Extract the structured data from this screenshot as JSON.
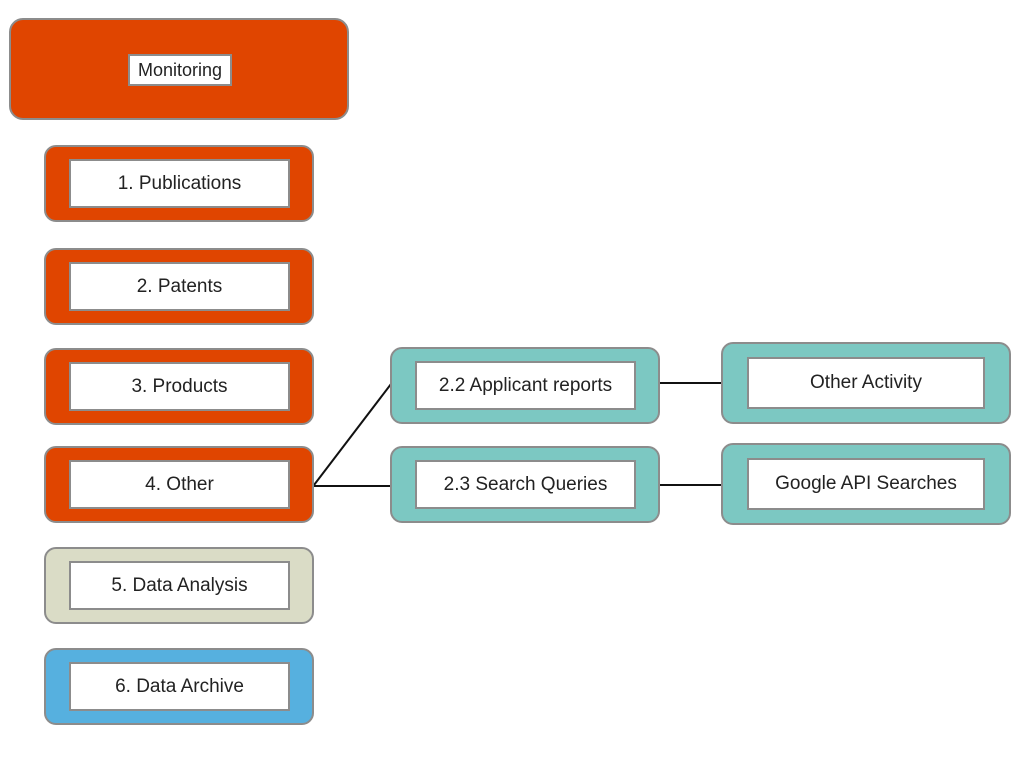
{
  "colors": {
    "orange": "#e04500",
    "beige": "#dadcc6",
    "blue": "#56b0df",
    "teal": "#7cc8c2",
    "border": "#8c8c8c",
    "connector": "#111111"
  },
  "root": {
    "label": "Monitoring"
  },
  "categories": [
    {
      "label": "1. Publications"
    },
    {
      "label": "2. Patents"
    },
    {
      "label": "3. Products"
    },
    {
      "label": "4. Other"
    },
    {
      "label": "5. Data Analysis"
    },
    {
      "label": "6. Data Archive"
    }
  ],
  "subcategories": [
    {
      "label": "2.2 Applicant reports"
    },
    {
      "label": "2.3 Search Queries"
    }
  ],
  "details": [
    {
      "label": "Other Activity"
    },
    {
      "label": "Google API Searches"
    }
  ]
}
